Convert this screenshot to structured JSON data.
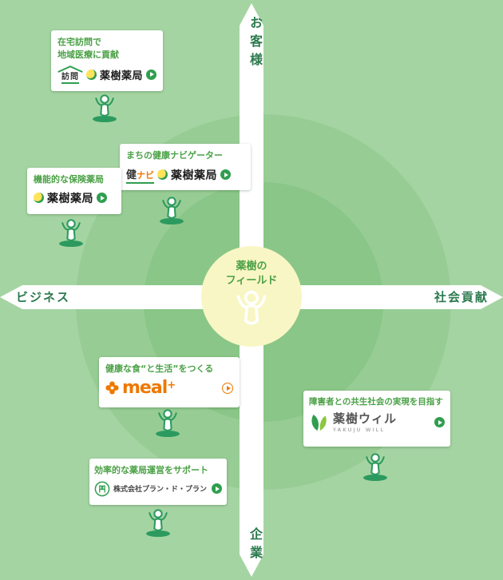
{
  "axes": {
    "top": "お客様",
    "bottom": "企業",
    "left": "ビジネス",
    "right": "社会貢献"
  },
  "center": {
    "line1": "薬樹の",
    "line2": "フィールド"
  },
  "cards": {
    "houmon": {
      "heading1": "在宅訪問で",
      "heading2": "地域医療に貢献",
      "prefix": "訪問",
      "brand": "薬樹薬局"
    },
    "kennavi": {
      "heading": "まちの健康ナビゲーター",
      "prefix_main": "健",
      "prefix_sub": "ナビ",
      "brand": "薬樹薬局"
    },
    "hoken": {
      "heading": "機能的な保険薬局",
      "brand": "薬樹薬局"
    },
    "meal": {
      "heading": "健康な食“と生活”をつくる",
      "brand": "meal",
      "plus": "+"
    },
    "plan": {
      "heading": "効率的な薬局運営をサポート",
      "brand": "株式会社プラン・ド・プラン"
    },
    "will": {
      "heading": "障害者との共生社会の実現を目指す",
      "brand": "薬樹ウィル",
      "sub": "YAKUJU WILL"
    }
  },
  "icons": {
    "play": "play-circle",
    "yakuju_mark": "green-yellow-sphere",
    "house": "house-roof",
    "meal_flower": "rounded-plus-flower",
    "plan_monogram": "circle-pp-monogram",
    "will_leaves": "two-leaves",
    "person": "person-figure"
  },
  "colors": {
    "background": "#a5d4a3",
    "circle_mid": "#97cd95",
    "circle_inner": "#8ac687",
    "axis_band": "#ffffff",
    "axis_text": "#2c7a4e",
    "heading_green": "#4ba146",
    "brand_green": "#2f9e4f",
    "field_yellow": "#f9f6c5",
    "meal_orange": "#ee7800",
    "person_green": "#2c9a5e"
  }
}
